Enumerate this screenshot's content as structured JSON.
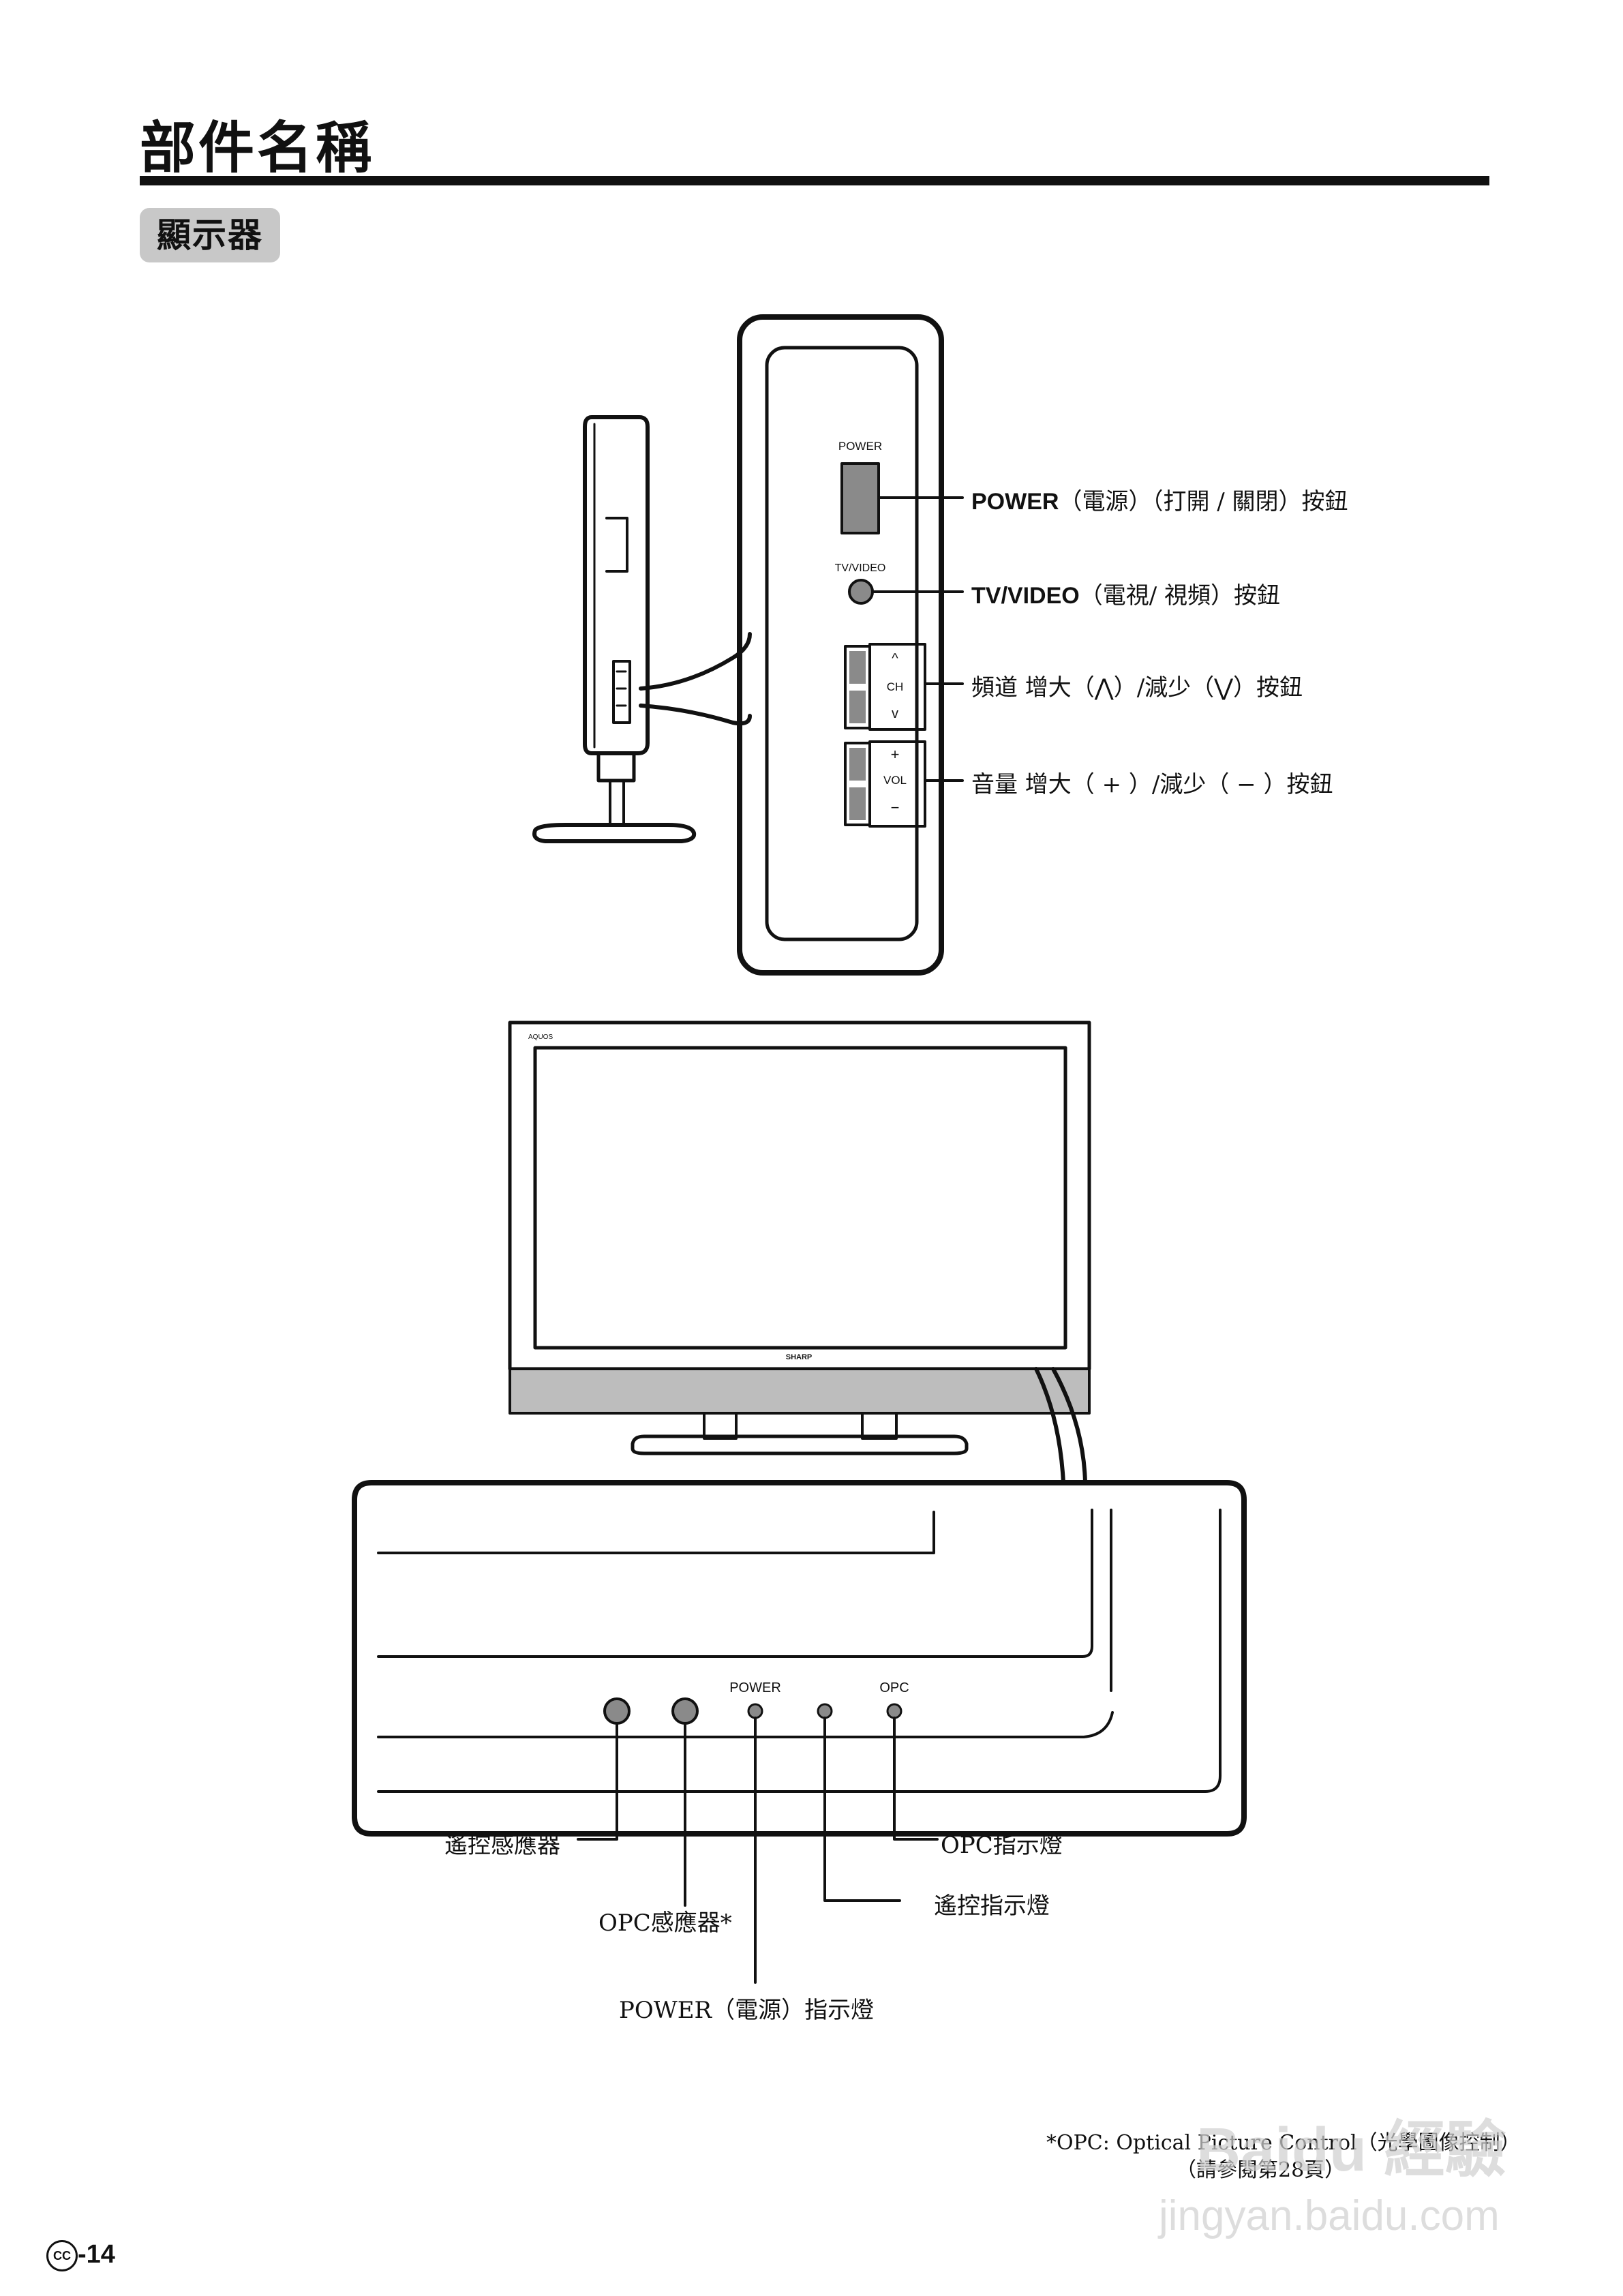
{
  "page": {
    "title": "部件名稱",
    "section": "顯示器",
    "page_number": "-14",
    "region_symbol": "CC"
  },
  "side_panel": {
    "power_text": "POWER",
    "tvvideo_text": "TV/VIDEO",
    "ch_text": "CH",
    "vol_text": "VOL",
    "up_glyph": "^",
    "down_glyph": "v",
    "plus_glyph": "+",
    "minus_glyph": "−"
  },
  "callouts_side": {
    "power_strong": "POWER",
    "power_rest": "（電源）（打開 / 關閉）按鈕",
    "tvvideo_strong": "TV/VIDEO",
    "tvvideo_rest": "（電視/ 視頻）按鈕",
    "channel": "頻道 增大（⋀）/減少（⋁）按鈕",
    "volume": "音量 增大（ + ）/減少（ − ）按鈕"
  },
  "tv": {
    "model_text": "AQUOS",
    "brand_text": "SHARP"
  },
  "front_panel": {
    "power_text": "POWER",
    "opc_text": "OPC"
  },
  "callouts_front": {
    "remote_sensor": "遙控感應器",
    "opc_sensor": "OPC感應器*",
    "power_indicator": "POWER（電源）指示燈",
    "remote_indicator": "遙控指示燈",
    "opc_indicator": "OPC指示燈"
  },
  "footnote": {
    "line1": "*OPC: Optical Picture Control（光學圖像控制）",
    "line2": "（請參閱第28頁）"
  },
  "watermark": {
    "logo_text": "Baidu 經驗",
    "url_text": "jingyan.baidu.com"
  }
}
